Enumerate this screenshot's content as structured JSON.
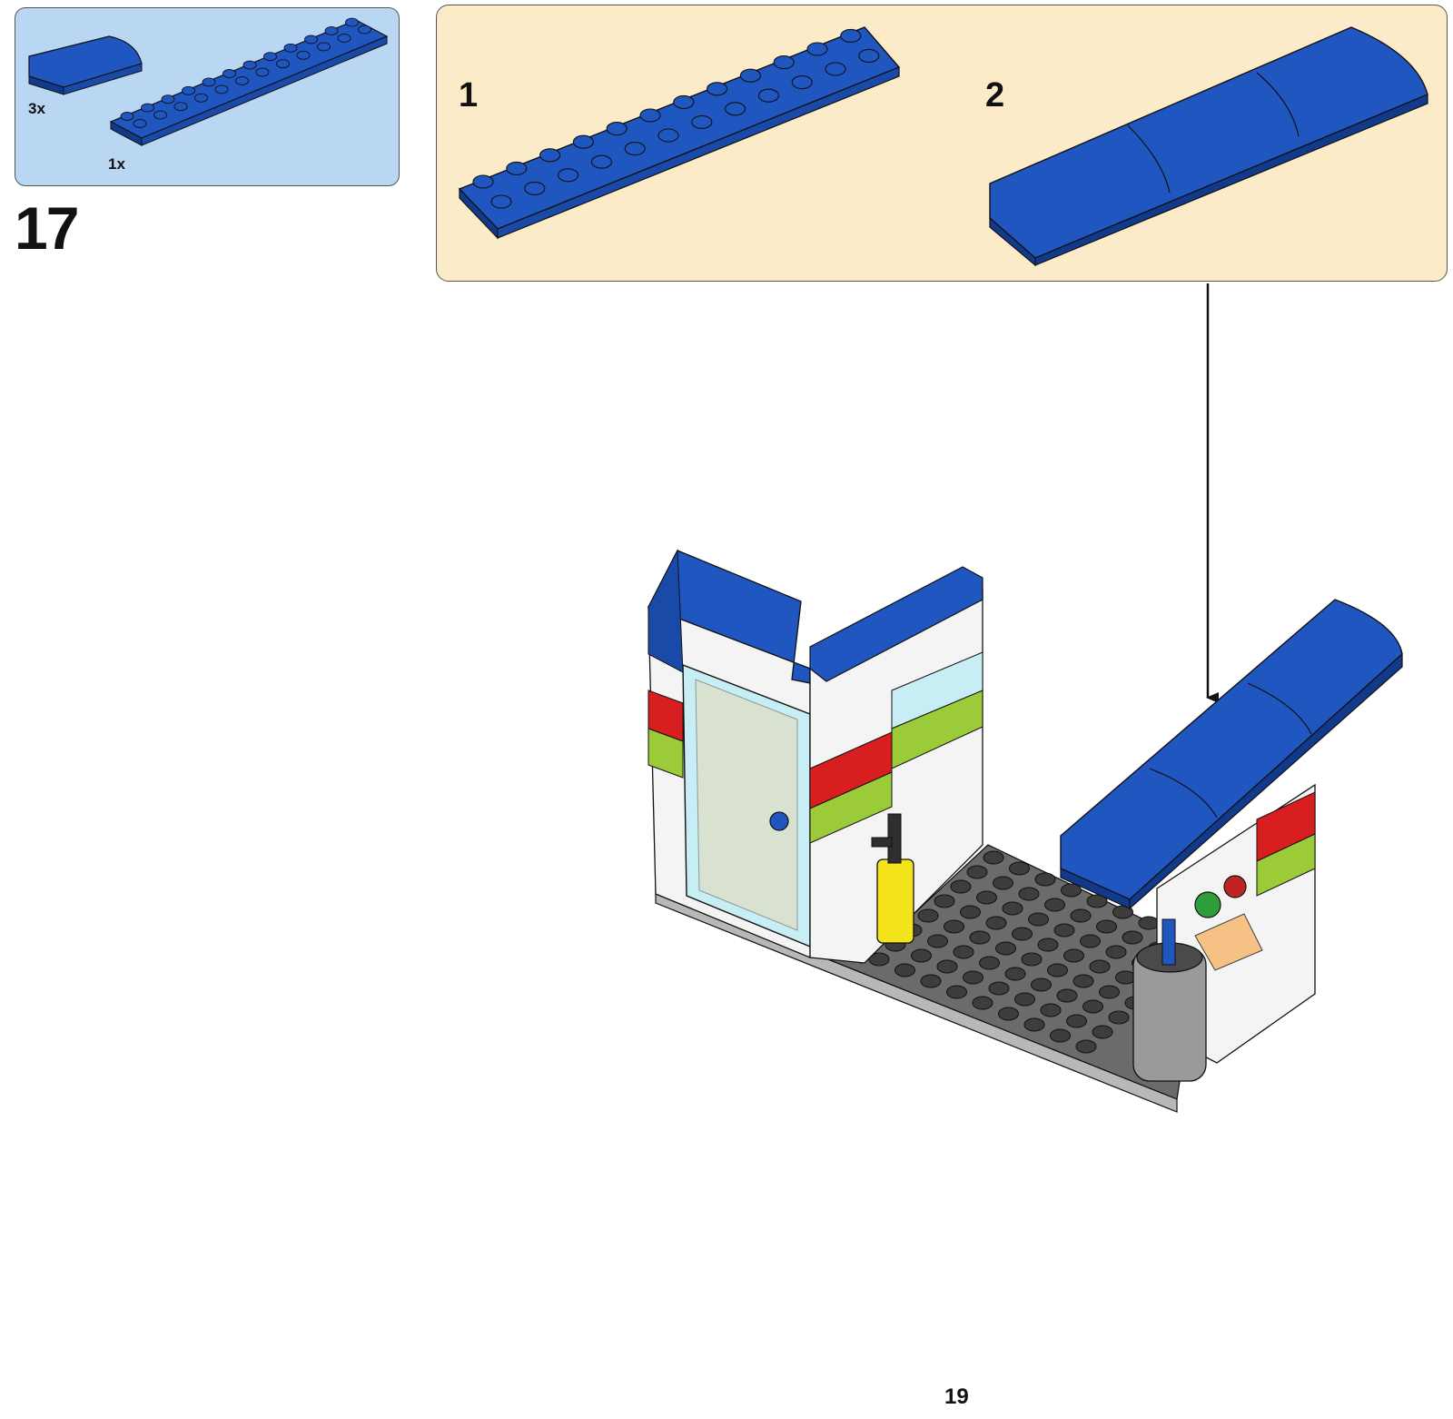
{
  "parts": {
    "slope_qty": "3x",
    "plate_qty": "1x"
  },
  "step": {
    "number": "17"
  },
  "substeps": [
    {
      "number": "1"
    },
    {
      "number": "2"
    }
  ],
  "page": {
    "number": "19"
  },
  "colors": {
    "parts_bg": "#b9d6f2",
    "substep_bg": "#fcebc8",
    "brick_blue": "#1f56c0",
    "brick_blue_dark": "#123a8c",
    "baseplate_gray": "#7a7a7a",
    "stud_dark": "#3d3d3d",
    "red": "#d81e1e",
    "lime": "#9ccb3a",
    "yellow": "#f4e21a",
    "glass": "#c7eef4"
  }
}
